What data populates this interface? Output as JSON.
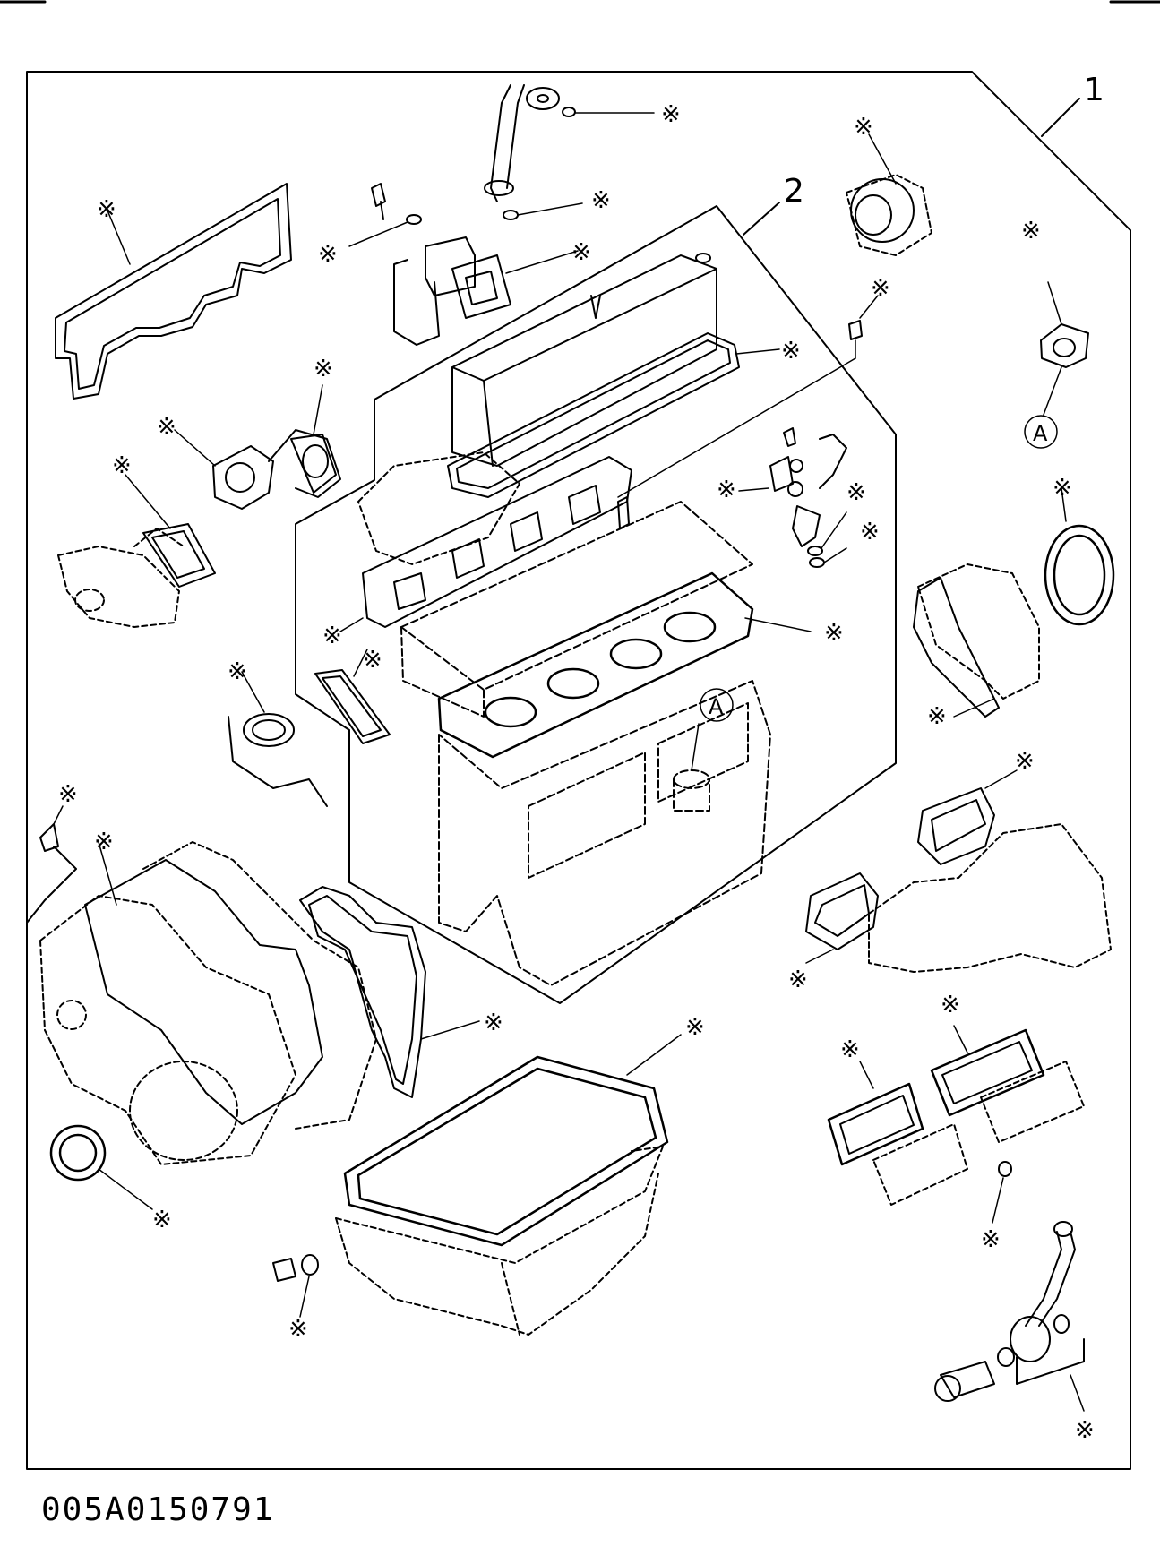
{
  "diagram": {
    "doc_number": "005A0150791",
    "labels": {
      "assembly_1": "1",
      "assembly_2": "2",
      "ref_a": "A",
      "marker": "※"
    }
  }
}
